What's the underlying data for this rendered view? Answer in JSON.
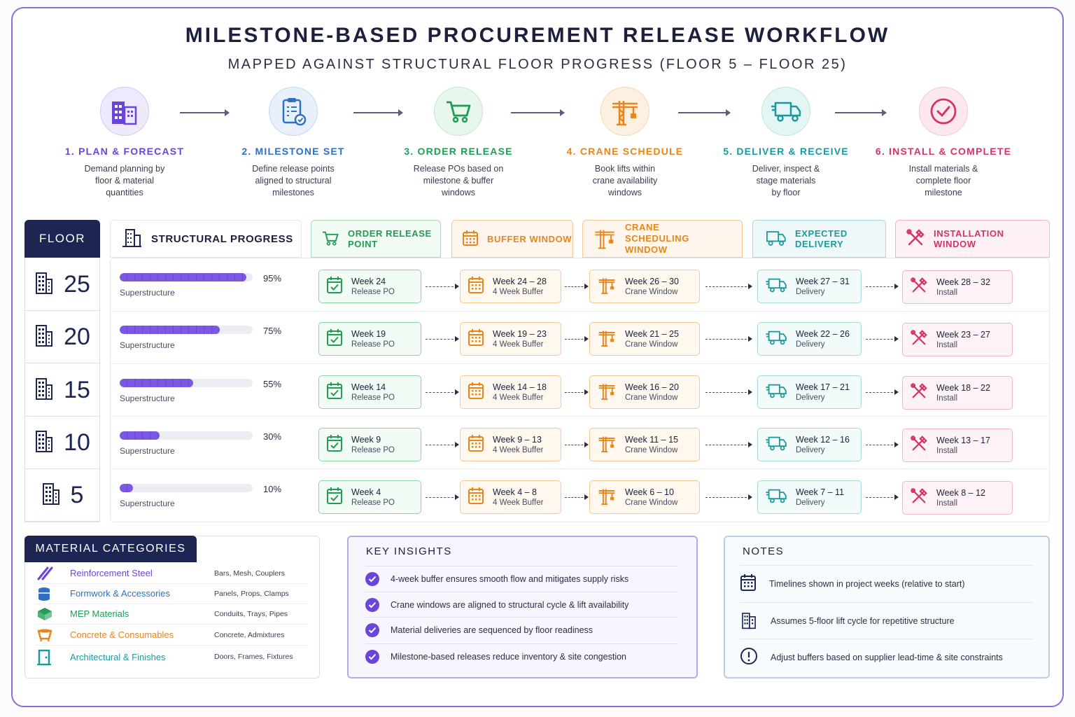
{
  "title": "MILESTONE-BASED PROCUREMENT RELEASE WORKFLOW",
  "subtitle": "MAPPED AGAINST STRUCTURAL FLOOR PROGRESS (FLOOR 5 – FLOOR 25)",
  "colors": {
    "purple": "#6a45d8",
    "blue": "#2f6fc4",
    "green": "#1f9d55",
    "orange": "#e6861c",
    "teal": "#1a9aa0",
    "pink": "#d6336c",
    "navy": "#1d2553"
  },
  "steps": [
    {
      "title": "1. PLAN & FORECAST",
      "desc": "Demand planning by\nfloor & material\nquantities",
      "icon": "buildings-icon"
    },
    {
      "title": "2. MILESTONE SET",
      "desc": "Define release points\naligned to structural\nmilestones",
      "icon": "clipboard-check-icon"
    },
    {
      "title": "3. ORDER RELEASE",
      "desc": "Release POs based on\nmilestone & buffer\nwindows",
      "icon": "cart-icon"
    },
    {
      "title": "4. CRANE SCHEDULE",
      "desc": "Book lifts within\ncrane availability\nwindows",
      "icon": "crane-icon"
    },
    {
      "title": "5. DELIVER & RECEIVE",
      "desc": "Deliver, inspect &\nstage materials\nby floor",
      "icon": "truck-icon"
    },
    {
      "title": "6. INSTALL & COMPLETE",
      "desc": "Install materials &\ncomplete floor\nmilestone",
      "icon": "check-circle-icon"
    }
  ],
  "headers": {
    "floor": "FLOOR",
    "structural": "STRUCTURAL PROGRESS",
    "order": "ORDER RELEASE POINT",
    "buffer": "BUFFER WINDOW",
    "crane": "CRANE SCHEDULING WINDOW",
    "delivery": "EXPECTED DELIVERY",
    "install": "INSTALLATION WINDOW"
  },
  "rows": [
    {
      "floor": "25",
      "progress": 95,
      "progress_label": "95%",
      "phase": "Superstructure",
      "order": {
        "week": "Week 24",
        "label": "Release PO"
      },
      "buffer": {
        "week": "Week 24 – 28",
        "label": "4 Week Buffer"
      },
      "crane": {
        "week": "Week 26 – 30",
        "label": "Crane Window"
      },
      "delivery": {
        "week": "Week 27 – 31",
        "label": "Delivery"
      },
      "install": {
        "week": "Week 28 – 32",
        "label": "Install"
      }
    },
    {
      "floor": "20",
      "progress": 75,
      "progress_label": "75%",
      "phase": "Superstructure",
      "order": {
        "week": "Week 19",
        "label": "Release PO"
      },
      "buffer": {
        "week": "Week 19 – 23",
        "label": "4 Week Buffer"
      },
      "crane": {
        "week": "Week 21 – 25",
        "label": "Crane Window"
      },
      "delivery": {
        "week": "Week 22 – 26",
        "label": "Delivery"
      },
      "install": {
        "week": "Week 23 – 27",
        "label": "Install"
      }
    },
    {
      "floor": "15",
      "progress": 55,
      "progress_label": "55%",
      "phase": "Superstructure",
      "order": {
        "week": "Week 14",
        "label": "Release PO"
      },
      "buffer": {
        "week": "Week 14 – 18",
        "label": "4 Week Buffer"
      },
      "crane": {
        "week": "Week 16 – 20",
        "label": "Crane Window"
      },
      "delivery": {
        "week": "Week 17 – 21",
        "label": "Delivery"
      },
      "install": {
        "week": "Week 18 – 22",
        "label": "Install"
      }
    },
    {
      "floor": "10",
      "progress": 30,
      "progress_label": "30%",
      "phase": "Superstructure",
      "order": {
        "week": "Week 9",
        "label": "Release PO"
      },
      "buffer": {
        "week": "Week 9 – 13",
        "label": "4 Week Buffer"
      },
      "crane": {
        "week": "Week 11 – 15",
        "label": "Crane Window"
      },
      "delivery": {
        "week": "Week 12 – 16",
        "label": "Delivery"
      },
      "install": {
        "week": "Week 13 – 17",
        "label": "Install"
      }
    },
    {
      "floor": "5",
      "progress": 10,
      "progress_label": "10%",
      "phase": "Superstructure",
      "order": {
        "week": "Week 4",
        "label": "Release PO"
      },
      "buffer": {
        "week": "Week 4 – 8",
        "label": "4 Week Buffer"
      },
      "crane": {
        "week": "Week 6 – 10",
        "label": "Crane Window"
      },
      "delivery": {
        "week": "Week 7 – 11",
        "label": "Delivery"
      },
      "install": {
        "week": "Week 8 – 12",
        "label": "Install"
      }
    }
  ],
  "materials": {
    "title": "MATERIAL CATEGORIES",
    "items": [
      {
        "name": "Reinforcement Steel",
        "desc": "Bars, Mesh, Couplers",
        "color": "#6a45d8",
        "icon": "rebar-icon"
      },
      {
        "name": "Formwork & Accessories",
        "desc": "Panels, Props, Clamps",
        "color": "#2f6fc4",
        "icon": "formwork-icon"
      },
      {
        "name": "MEP Materials",
        "desc": "Conduits, Trays, Pipes",
        "color": "#1f9d55",
        "icon": "mep-icon"
      },
      {
        "name": "Concrete & Consumables",
        "desc": "Concrete, Admixtures",
        "color": "#e6861c",
        "icon": "concrete-icon"
      },
      {
        "name": "Architectural & Finishes",
        "desc": "Doors, Frames, Fixtures",
        "color": "#1a9aa0",
        "icon": "door-icon"
      }
    ]
  },
  "insights": {
    "title": "KEY INSIGHTS",
    "items": [
      "4-week buffer ensures smooth flow and mitigates supply risks",
      "Crane windows are aligned to structural cycle & lift availability",
      "Material deliveries are sequenced by floor readiness",
      "Milestone-based releases reduce inventory & site congestion"
    ]
  },
  "notes": {
    "title": "NOTES",
    "items": [
      {
        "text": "Timelines shown in project weeks (relative to start)",
        "icon": "calendar-icon"
      },
      {
        "text": "Assumes 5-floor lift cycle for repetitive structure",
        "icon": "building-icon"
      },
      {
        "text": "Adjust buffers based on supplier lead-time & site constraints",
        "icon": "alert-icon"
      }
    ]
  }
}
